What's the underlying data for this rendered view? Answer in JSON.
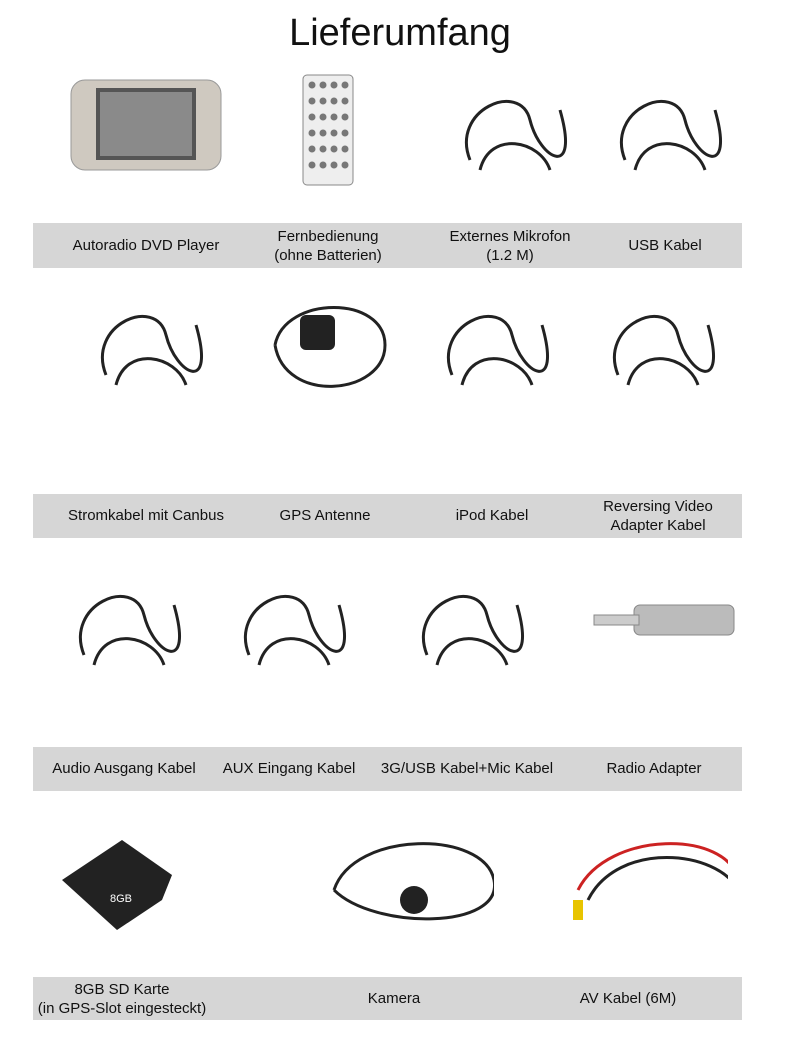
{
  "title": "Lieferumfang",
  "rows": [
    {
      "items": [
        {
          "label": "Autoradio DVD Player",
          "icon": "car-radio"
        },
        {
          "label": "Fernbedienung",
          "label2": "(ohne Batterien)",
          "icon": "remote"
        },
        {
          "label": "Externes Mikrofon",
          "label2": "(1.2 M)",
          "icon": "microphone"
        },
        {
          "label": "USB Kabel",
          "icon": "usb-cable"
        }
      ]
    },
    {
      "items": [
        {
          "label": "Stromkabel mit Canbus",
          "icon": "power-harness"
        },
        {
          "label": "GPS Antenne",
          "icon": "gps-antenna"
        },
        {
          "label": "iPod Kabel",
          "icon": "ipod-cable"
        },
        {
          "label": "Reversing Video",
          "label2": "Adapter Kabel",
          "icon": "video-adapter"
        }
      ]
    },
    {
      "items": [
        {
          "label": "Audio Ausgang Kabel",
          "icon": "audio-cable"
        },
        {
          "label": "AUX Eingang Kabel",
          "icon": "aux-cable"
        },
        {
          "label": "3G/USB Kabel+Mic Kabel",
          "icon": "usb-mic-cable"
        },
        {
          "label": "Radio Adapter",
          "icon": "radio-adapter"
        }
      ]
    },
    {
      "items": [
        {
          "label": "8GB SD Karte",
          "label2": "(in GPS-Slot eingesteckt)",
          "icon": "sd-card",
          "card_text": "8GB"
        },
        {
          "label": "Kamera",
          "icon": "camera"
        },
        {
          "label": "AV Kabel (6M)",
          "icon": "av-cable"
        }
      ]
    }
  ]
}
